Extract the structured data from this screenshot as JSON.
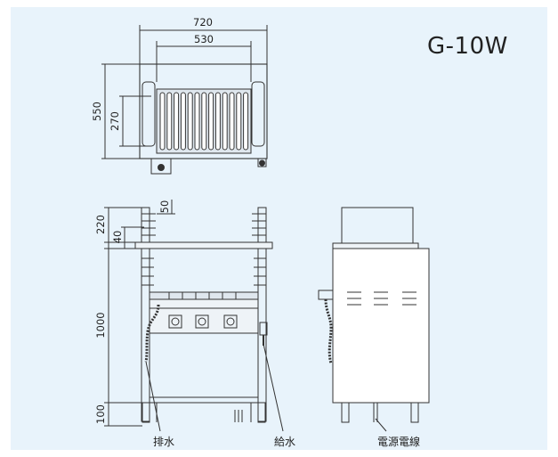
{
  "model": "G-10W",
  "top_view": {
    "width_total": "720",
    "width_inner": "530",
    "depth_total": "550",
    "depth_inner": "270"
  },
  "front_view": {
    "h_top": "220",
    "h_shelf": "40",
    "h_slot": "50",
    "h_body": "1000",
    "h_leg": "100"
  },
  "labels": {
    "drain": "排水",
    "water_supply": "給水",
    "power_cord": "電源電線"
  }
}
